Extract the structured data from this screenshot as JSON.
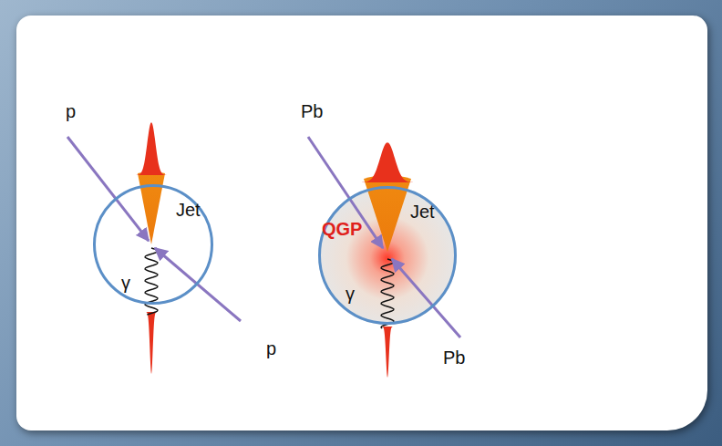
{
  "diagram": {
    "nodes": [
      {
        "text": [
          "Jet",
          "γ"
        ]
      },
      {
        "text": [
          "Jet",
          "QGP",
          "γ"
        ]
      }
    ],
    "labels": [
      "p",
      "p",
      "Pb",
      "Pb"
    ]
  }
}
